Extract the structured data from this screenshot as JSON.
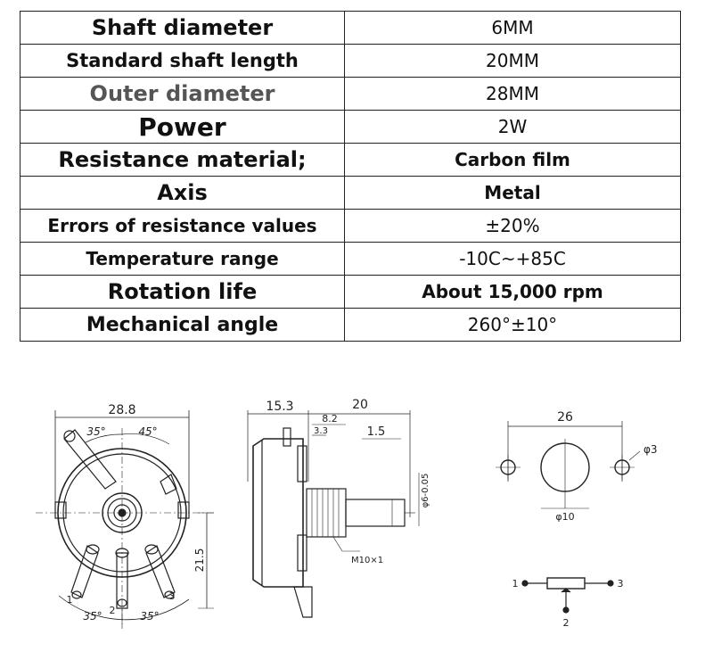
{
  "specs": [
    {
      "label": "Shaft diameter",
      "value": "6MM"
    },
    {
      "label": "Standard shaft length",
      "value": "20MM"
    },
    {
      "label": "Outer diameter",
      "value": "28MM"
    },
    {
      "label": "Power",
      "value": "2W"
    },
    {
      "label": "Resistance material;",
      "value": "Carbon film"
    },
    {
      "label": "Axis",
      "value": "Metal"
    },
    {
      "label": "Errors of resistance values",
      "value": "±20%"
    },
    {
      "label": "Temperature range",
      "value": "-10C~+85C"
    },
    {
      "label": "Rotation life",
      "value": "About 15,000 rpm"
    },
    {
      "label": "Mechanical angle",
      "value": "260°±10°"
    }
  ],
  "front_view": {
    "width_dim": "28.8",
    "angle_top_left": "35°",
    "angle_top_right": "45°",
    "height_dim": "21.5",
    "angle_bottom_left": "35°",
    "angle_bottom_right": "35°",
    "pin1": "1",
    "pin2": "2",
    "pin3": "3"
  },
  "side_view": {
    "body_dim": "15.3",
    "shaft_dim": "20",
    "bush_dim": "8.2",
    "small_dim": "3.3",
    "tip_dim": "1.5",
    "shaft_dia_label": "φ6-0.05",
    "thread_label": "M10×1"
  },
  "mount_view": {
    "span_dim": "26",
    "hole_dim": "φ3",
    "center_dim": "φ10"
  },
  "schematic": {
    "pin_left": "1",
    "pin_right": "3",
    "pin_bottom": "2"
  }
}
